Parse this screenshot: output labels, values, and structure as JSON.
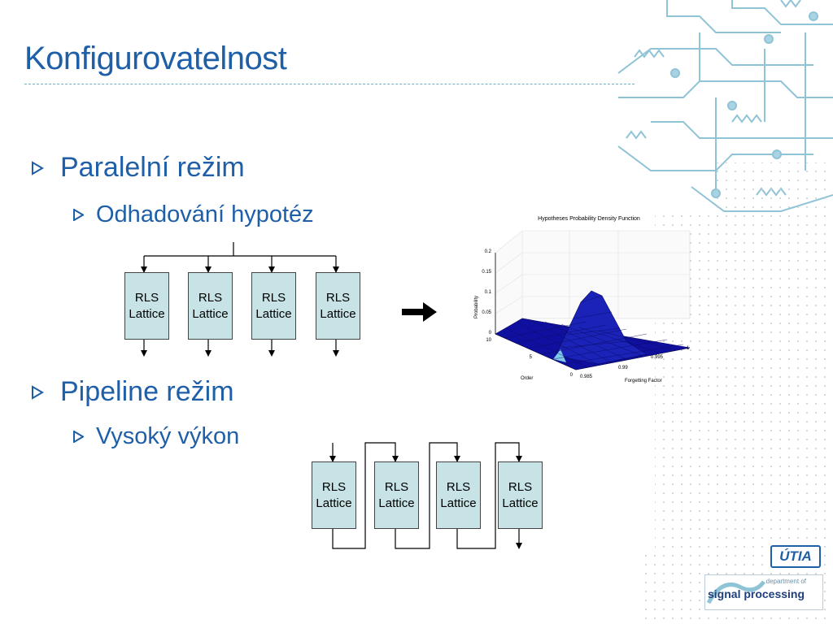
{
  "slide": {
    "title": "Konfigurovatelnost",
    "bullets": [
      {
        "text": "Paralelní režim",
        "sub": "Odhadování hypotéz"
      },
      {
        "text": "Pipeline režim",
        "sub": "Vysoký výkon"
      }
    ]
  },
  "block": {
    "line1": "RLS",
    "line2": "Lattice"
  },
  "plot": {
    "title": "Hypotheses Probability Density Function",
    "zlabel": "Probability",
    "xlabel": "Forgetting Factor",
    "ylabel": "Order",
    "zticks": [
      "0.2",
      "0.15",
      "0.1",
      "0.05",
      "0"
    ],
    "yticks": [
      "10",
      "5",
      "0"
    ],
    "xticks": [
      "0.985",
      "0.99",
      "0.995",
      "1"
    ],
    "surface_color": "#1010a0"
  },
  "logos": {
    "utia": "ÚTIA",
    "dept_small": "department of",
    "dept_big": "signal processing"
  },
  "colors": {
    "title": "#1f5fa8",
    "block": "#c7e3e6",
    "circuit": "#8fc3d6"
  }
}
